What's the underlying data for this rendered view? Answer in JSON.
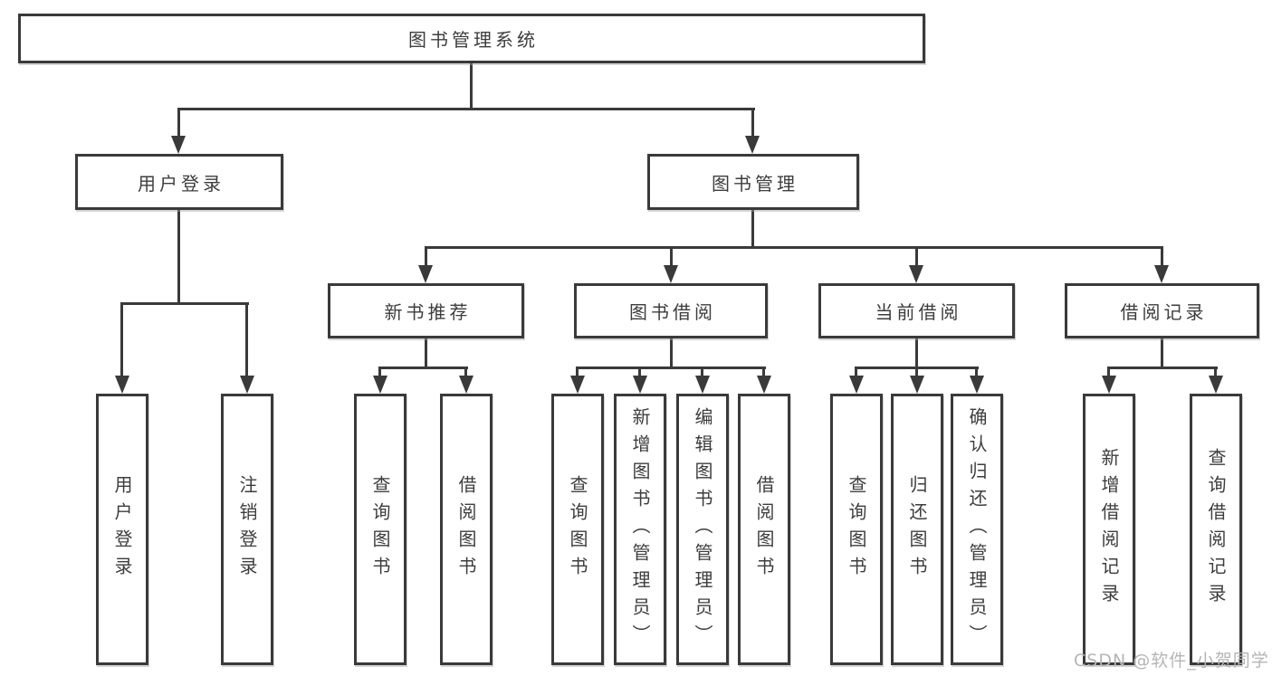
{
  "root": {
    "label": "图书管理系统"
  },
  "level2": {
    "user_login": {
      "label": "用户登录"
    },
    "book_mgmt": {
      "label": "图书管理"
    }
  },
  "level3": {
    "new_book_rec": {
      "label": "新书推荐"
    },
    "book_borrow": {
      "label": "图书借阅"
    },
    "current_borrow": {
      "label": "当前借阅"
    },
    "borrow_record": {
      "label": "借阅记录"
    }
  },
  "level4": {
    "user_login_leaf": {
      "label": "用户登录"
    },
    "logout": {
      "label": "注销登录"
    },
    "rec_query_book": {
      "label": "查询图书"
    },
    "rec_borrow_book": {
      "label": "借阅图书"
    },
    "bb_query_book": {
      "label": "查询图书"
    },
    "bb_add_book": {
      "label": "新增图书（管理员）"
    },
    "bb_edit_book": {
      "label": "编辑图书（管理员）"
    },
    "bb_borrow_book": {
      "label": "借阅图书"
    },
    "cb_query_book": {
      "label": "查询图书"
    },
    "cb_return_book": {
      "label": "归还图书"
    },
    "cb_confirm_return": {
      "label": "确认归还（管理员）"
    },
    "br_add_record": {
      "label": "新增借阅记录"
    },
    "br_query_record": {
      "label": "查询借阅记录"
    }
  },
  "watermark": "CSDN @软件_小贺同学",
  "colors": {
    "line": "#3a3a3a",
    "text": "#3d3d3d",
    "box_background": "#ffffff",
    "page_background": "#ffffff",
    "watermark": "#b5b5b5"
  }
}
